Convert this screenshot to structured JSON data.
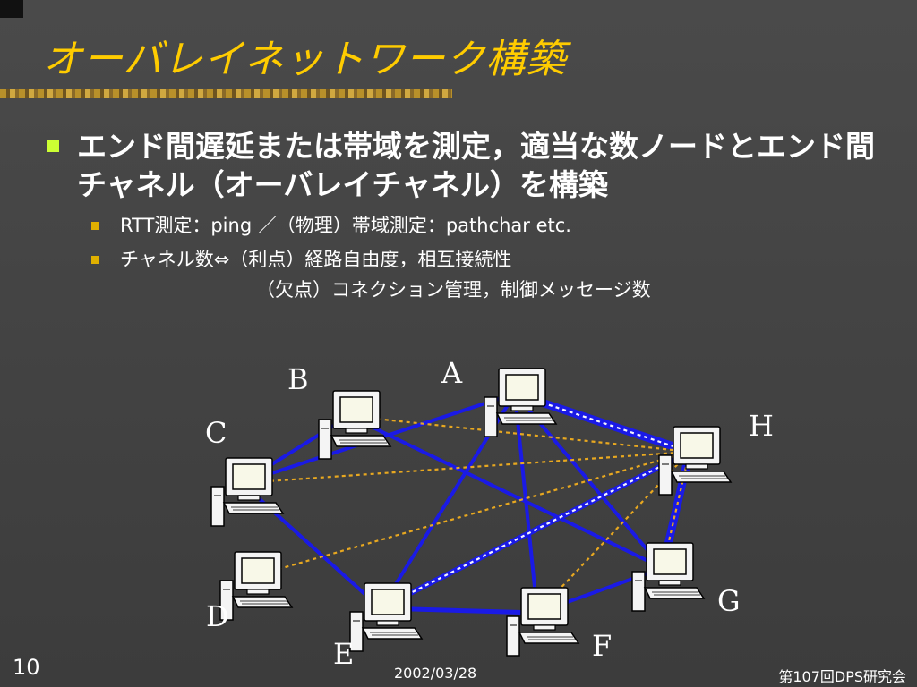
{
  "slide": {
    "title": "オーバレイネットワーク構築",
    "bullets": [
      "エンド間遅延または帯域を測定，適当な数ノードとエンド間チャネル（オーバレイチャネル）を構築"
    ],
    "sub_bullets": [
      {
        "text": "RTT測定：ping ／（物理）帯域測定：pathchar etc."
      },
      {
        "text": "チャネル数⇔（利点）経路自由度，相互接続性",
        "continuation": "（欠点）コネクション管理，制御メッセージ数"
      }
    ],
    "node_labels": [
      "A",
      "B",
      "C",
      "D",
      "E",
      "F",
      "G",
      "H"
    ],
    "slide_number": "10",
    "date": "2002/03/28",
    "event": "第107回DPS研究会"
  },
  "colors": {
    "background": "#404040",
    "title": "#ffcc00",
    "physical_link": "#1a1ae6",
    "overlay_channel": "#e8a820",
    "bullet_primary": "#ccff33",
    "bullet_secondary": "#e0b000"
  }
}
